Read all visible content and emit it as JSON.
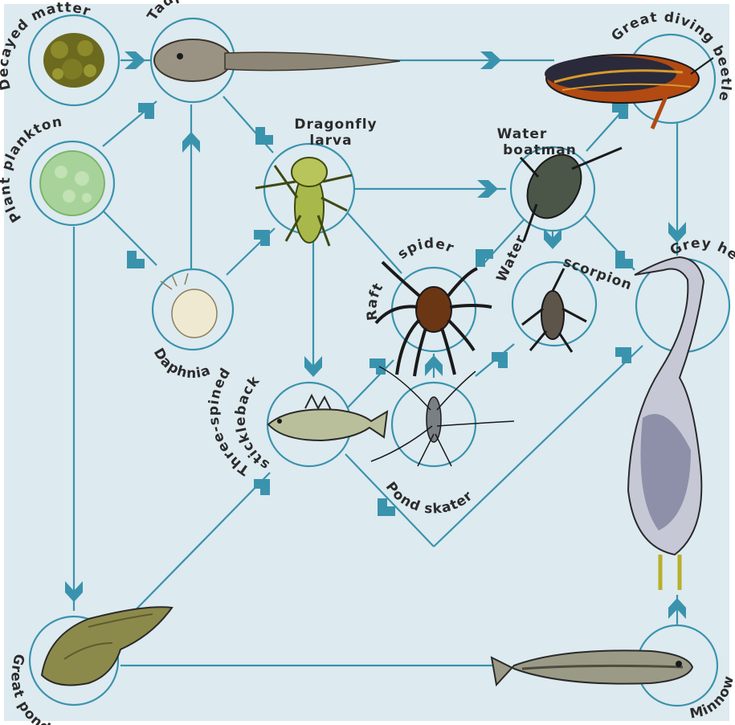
{
  "organisms": {
    "decayed_matter": "Decayed matter",
    "tadpole": "Tadpole",
    "great_diving_beetle": "Great diving beetle",
    "plant_plankton": "Plant plankton",
    "dragonfly_larva_line1": "Dragonfly",
    "dragonfly_larva_line2": "larva",
    "water_boatman_line1": "Water",
    "water_boatman_line2": "boatman",
    "daphnia": "Daphnia",
    "raft_spider_1": "Raft",
    "raft_spider_2": "spider",
    "water_scorpion_1": "Water",
    "water_scorpion_2": "scorpion",
    "grey_heron": "Grey heron",
    "three_spined_stickleback_1": "Three-spined",
    "three_spined_stickleback_2": "stickleback",
    "pond_skater": "Pond skater",
    "great_pond_snail": "Great pond snail",
    "minnow": "Minnow"
  },
  "colors": {
    "background": "#ddeaf0",
    "line": "#3a93ad",
    "label": "#2b2b2b"
  }
}
